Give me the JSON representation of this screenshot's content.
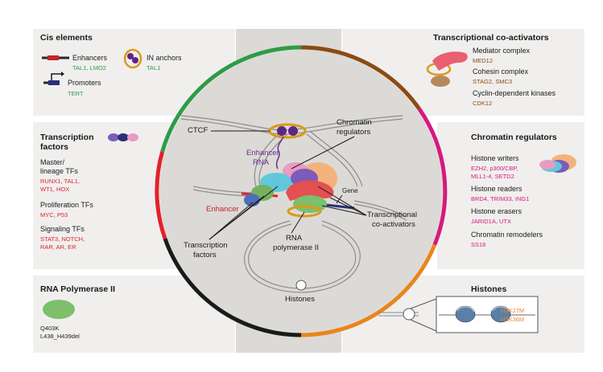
{
  "colors": {
    "green": "#2e9c46",
    "red": "#e0232b",
    "brown": "#8a4b13",
    "magenta": "#d6197f",
    "orange": "#e8861c",
    "black": "#1a1a1a",
    "purple": "#6a2c8f"
  },
  "cis": {
    "title": "Cis elements",
    "enhancers": "Enhancers",
    "enhancers_genes": "TAL1, LMO2",
    "promoters": "Promoters",
    "promoters_genes": "TERT",
    "in_anchors": "IN anchors",
    "in_anchors_genes": "TAL1"
  },
  "tf": {
    "title_1": "Transcription",
    "title_2": "factors",
    "master_1": "Master/",
    "master_2": "lineage TFs",
    "master_genes_1": "RUNX1, TAL1,",
    "master_genes_2": "WT1, HOX",
    "prolif": "Proliferation TFs",
    "prolif_genes": "MYC, P53",
    "signal": "Signaling TFs",
    "signal_genes_1": "STAT3, NOTCH,",
    "signal_genes_2": "RAR, AR, ER"
  },
  "pol": {
    "title": "RNA Polymerase II",
    "mut_1": "Q403K",
    "mut_2": "L438_H439del"
  },
  "coact": {
    "title": "Transcriptional co-activators",
    "mediator": "Mediator complex",
    "mediator_genes": "MED12",
    "cohesin": "Cohesin complex",
    "cohesin_genes": "STAG2, SMC3",
    "cdk": "Cyclin-dependent kinases",
    "cdk_genes": "CDK12"
  },
  "chrom": {
    "title": "Chromatin regulators",
    "writers": "Histone writers",
    "writers_genes_1": "EZH2, p300/CBP,",
    "writers_genes_2": "MLL1-4, SETD2",
    "readers": "Histone readers",
    "readers_genes": "BRD4, TRIM33, ING1",
    "erasers": "Histone erasers",
    "erasers_genes": "JARID1A, UTX",
    "remodelers": "Chromatin remodelers",
    "remodelers_genes": "SS18"
  },
  "histones": {
    "title": "Histones",
    "mut_1": "H3K27M",
    "mut_2": "H3K36M"
  },
  "center": {
    "ctcf": "CTCF",
    "chromatin_reg_1": "Chromatin",
    "chromatin_reg_2": "regulators",
    "enhancer_rna_1": "Enhancer",
    "enhancer_rna_2": "RNA",
    "gene": "Gene",
    "enhancer": "Enhancer",
    "coact_1": "Transcriptional",
    "coact_2": "co-activators",
    "tf_1": "Transcription",
    "tf_2": "factors",
    "pol_1": "RNA",
    "pol_2": "polymerase II",
    "histones": "Histones"
  }
}
